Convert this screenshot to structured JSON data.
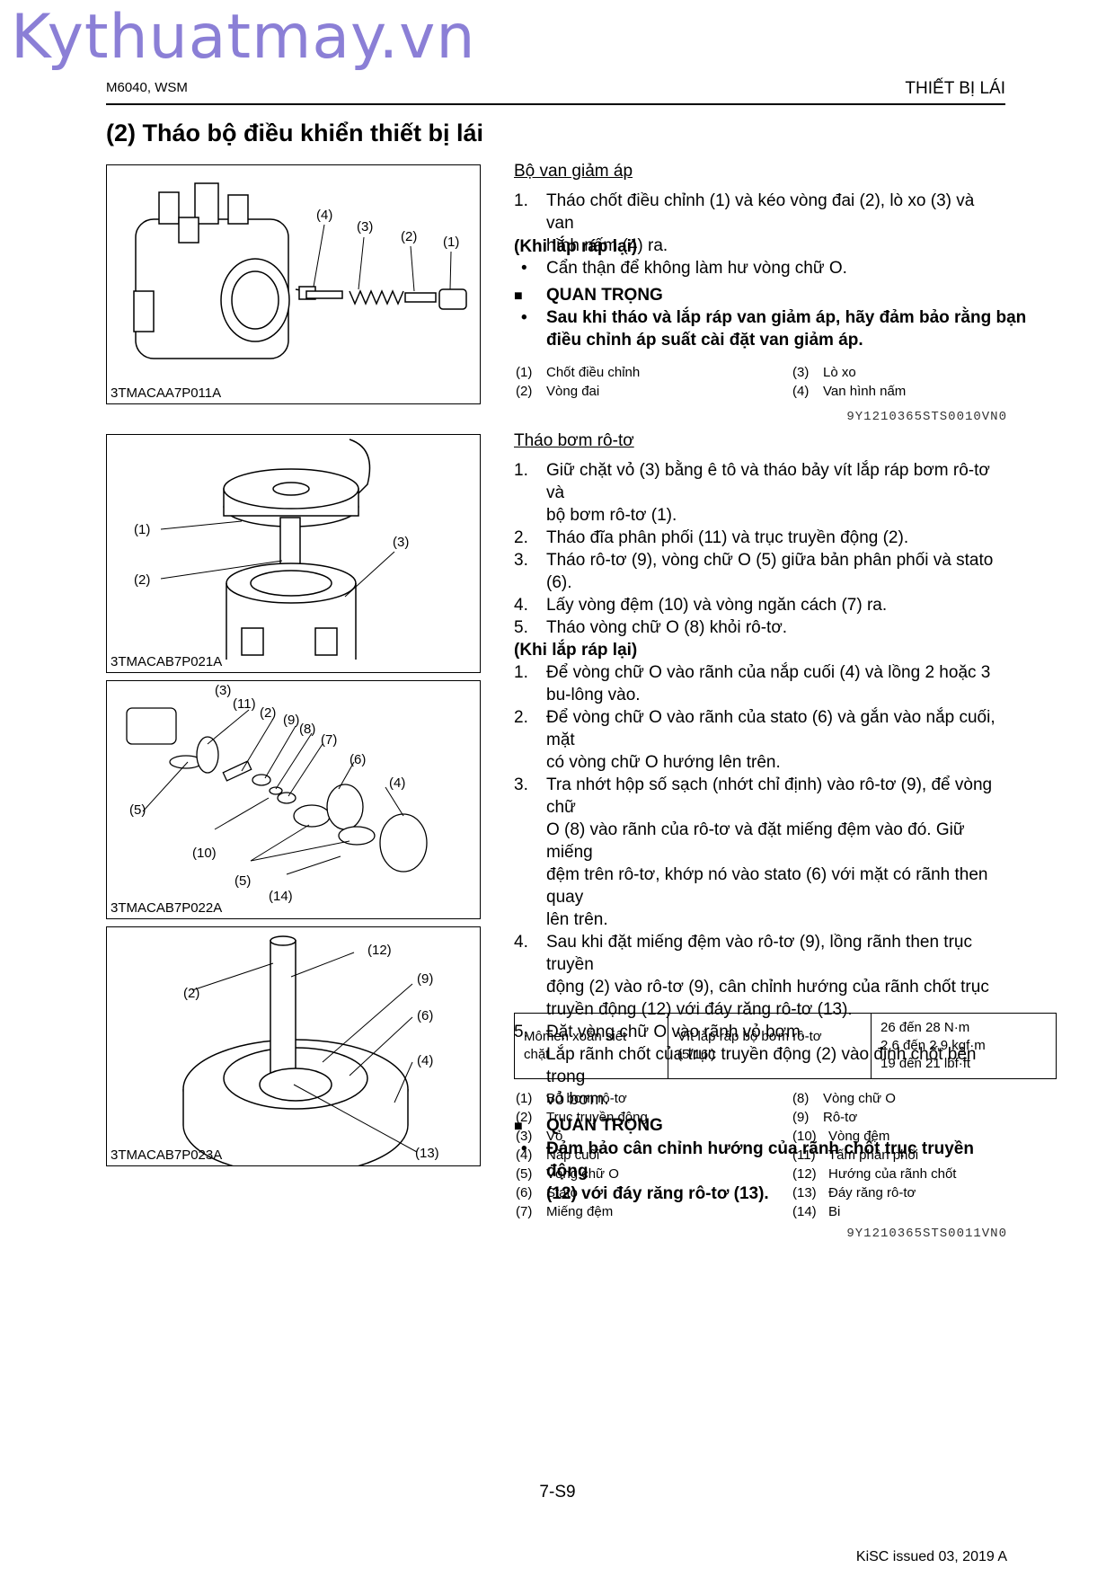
{
  "watermark": "Kythuatmay.vn",
  "header": {
    "left": "M6040, WSM",
    "right": "THIẾT BỊ LÁI"
  },
  "section_title": "(2)  Tháo bộ điều khiển thiết bị lái",
  "figures": [
    {
      "code": "3TMACAA7P011A",
      "labels": [
        "(4)",
        "(3)",
        "(2)",
        "(1)"
      ]
    },
    {
      "code": "3TMACAB7P021A",
      "labels": [
        "(1)",
        "(2)",
        "(3)"
      ]
    },
    {
      "code": "3TMACAB7P022A",
      "labels": [
        "(3)",
        "(11)",
        "(2)",
        "(9)",
        "(8)",
        "(7)",
        "(6)",
        "(4)",
        "(5)",
        "(10)",
        "(5)",
        "(14)"
      ]
    },
    {
      "code": "3TMACAB7P023A",
      "labels": [
        "(12)",
        "(2)",
        "(9)",
        "(6)",
        "(4)",
        "(13)"
      ]
    }
  ],
  "relief": {
    "title": "Bộ van giảm áp",
    "steps": [
      {
        "n": "1.",
        "lines": [
          "Tháo chốt điều chỉnh (1) và kéo vòng đai (2), lò xo (3) và van",
          "hình nấm (4) ra."
        ]
      }
    ],
    "reassembly": "(Khi lắp ráp lại)",
    "bullets": [
      "Cẩn thận để không làm hư vòng chữ O."
    ],
    "important_label": "QUAN TRỌNG",
    "important": [
      "Sau khi tháo và lắp ráp van giảm áp, hãy đảm bảo rằng bạn",
      "điều chỉnh áp suất cài đặt van giảm áp."
    ],
    "legend": [
      {
        "n": "(1)",
        "t": "Chốt điều chỉnh"
      },
      {
        "n": "(2)",
        "t": "Vòng đai"
      },
      {
        "n": "(3)",
        "t": "Lò xo"
      },
      {
        "n": "(4)",
        "t": "Van hình nấm"
      }
    ],
    "code": "9Y1210365STS0010VN0"
  },
  "rotor": {
    "title": "Tháo bơm rô-tơ",
    "steps": [
      {
        "n": "1.",
        "lines": [
          "Giữ chặt vỏ (3) bằng ê tô và tháo bảy vít lắp ráp bơm rô-tơ và",
          "bộ bơm rô-tơ (1)."
        ]
      },
      {
        "n": "2.",
        "lines": [
          "Tháo đĩa phân phối (11) và trục truyền động (2)."
        ]
      },
      {
        "n": "3.",
        "lines": [
          "Tháo rô-tơ (9), vòng chữ O (5) giữa bản phân phối và stato (6)."
        ]
      },
      {
        "n": "4.",
        "lines": [
          "Lấy vòng đệm (10) và vòng ngăn cách (7) ra."
        ]
      },
      {
        "n": "5.",
        "lines": [
          "Tháo vòng chữ O (8) khỏi rô-tơ."
        ]
      }
    ],
    "reassembly": "(Khi lắp ráp lại)",
    "re_steps": [
      {
        "n": "1.",
        "lines": [
          "Để vòng chữ O vào rãnh của nắp cuối (4) và lồng 2 hoặc 3",
          "bu-lông vào."
        ]
      },
      {
        "n": "2.",
        "lines": [
          "Để vòng chữ O vào rãnh của stato (6) và gắn vào nắp cuối, mặt",
          "có vòng chữ O hướng lên trên."
        ]
      },
      {
        "n": "3.",
        "lines": [
          "Tra nhớt hộp số sạch (nhớt chỉ định) vào rô-tơ (9), để vòng chữ",
          "O (8) vào rãnh của rô-tơ và đặt miếng đệm vào đó. Giữ miếng",
          "đệm trên rô-tơ, khớp nó vào stato (6) với mặt có rãnh then quay",
          "lên trên."
        ]
      },
      {
        "n": "4.",
        "lines": [
          "Sau khi đặt miếng đệm vào rô-tơ (9), lồng rãnh then trục truyền",
          "động (2) vào rô-tơ (9), cân chỉnh hướng của rãnh chốt trục",
          "truyền động (12) với đáy răng rô-tơ (13)."
        ]
      },
      {
        "n": "5.",
        "lines": [
          "Đặt vòng chữ O vào rãnh vỏ bơm.",
          "Lắp rãnh chốt của trục truyền động (2) vào đinh chốt bên trong",
          "vỏ bơm."
        ]
      }
    ],
    "important_label": "QUAN TRỌNG",
    "important": [
      "Đảm bảo cân chỉnh hướng của rãnh chốt trục truyền động",
      "(12) với đáy răng rô-tơ (13)."
    ],
    "torque": {
      "c1": [
        "Mômen xoắn siết",
        "chặt"
      ],
      "c2": [
        "Vít lắp ráp bộ bơm rô-tơ",
        "(5/16')"
      ],
      "c3": [
        "26 đến 28 N·m",
        "2,6 đến 2,9 kgf·m",
        "19 đến 21 lbf·ft"
      ]
    },
    "legend_left": [
      {
        "n": "(1)",
        "t": "Bộ bơm rô-tơ"
      },
      {
        "n": "(2)",
        "t": "Trục truyền động"
      },
      {
        "n": "(3)",
        "t": "Vỏ"
      },
      {
        "n": "(4)",
        "t": "Nắp cuối"
      },
      {
        "n": "(5)",
        "t": "Vòng chữ O"
      },
      {
        "n": "(6)",
        "t": "Stato"
      },
      {
        "n": "(7)",
        "t": "Miếng đệm"
      }
    ],
    "legend_right": [
      {
        "n": "(8)",
        "t": "Vòng chữ O"
      },
      {
        "n": "(9)",
        "t": "Rô-tơ"
      },
      {
        "n": "(10)",
        "t": "Vòng đệm"
      },
      {
        "n": "(11)",
        "t": "Tấm phân phối"
      },
      {
        "n": "(12)",
        "t": "Hướng của rãnh chốt"
      },
      {
        "n": "(13)",
        "t": "Đáy răng rô-tơ"
      },
      {
        "n": "(14)",
        "t": "Bi"
      }
    ],
    "code": "9Y1210365STS0011VN0"
  },
  "footer": {
    "page": "7-S9",
    "issued": "KiSC issued 03, 2019 A"
  }
}
